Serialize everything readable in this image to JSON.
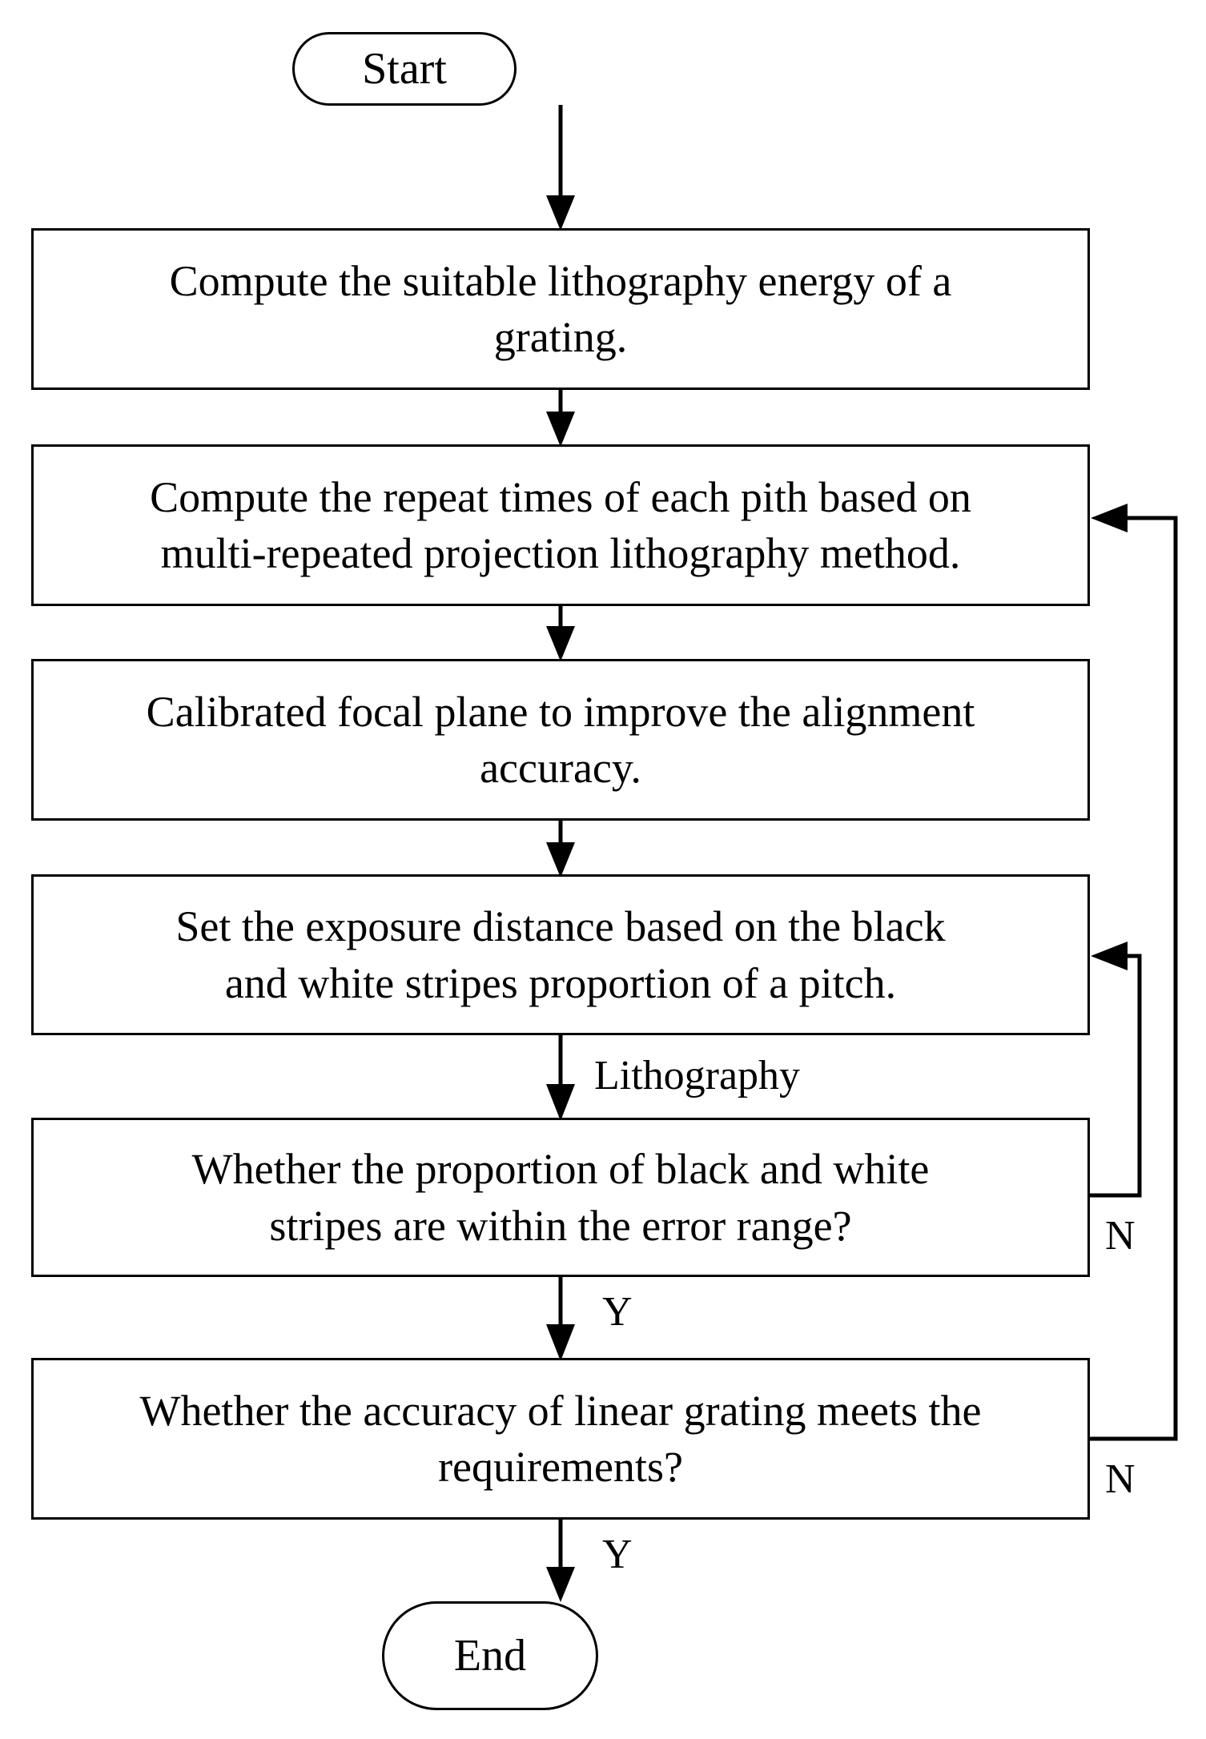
{
  "diagram": {
    "title_text": "",
    "line_color": "#000000",
    "fill_color": "#ffffff",
    "nodes": [
      {
        "id": "start",
        "type": "terminator",
        "label": "Start"
      },
      {
        "id": "step1",
        "type": "process",
        "label": "Compute the suitable lithography energy of a\ngrating."
      },
      {
        "id": "step2",
        "type": "process",
        "label": "Compute the  repeat times of each pith based on\nmulti-repeated projection lithography method."
      },
      {
        "id": "step3",
        "type": "process",
        "label": "Calibrated focal plane to improve the alignment\naccuracy."
      },
      {
        "id": "step4",
        "type": "process",
        "label": "Set  the exposure distance based on the black\nand white stripes proportion of a pitch."
      },
      {
        "id": "decision1",
        "type": "process",
        "label": "Whether the proportion of black and white\nstripes are within the error range?"
      },
      {
        "id": "decision2",
        "type": "process",
        "label": "Whether the accuracy of linear grating meets the\nrequirements?"
      },
      {
        "id": "end",
        "type": "terminator",
        "label": "End"
      }
    ],
    "edge_labels": [
      {
        "id": "lithography-label",
        "text": "Lithography"
      },
      {
        "id": "decision1-yes",
        "text": "Y"
      },
      {
        "id": "decision1-no",
        "text": "N"
      },
      {
        "id": "decision2-yes",
        "text": "Y"
      },
      {
        "id": "decision2-no",
        "text": "N"
      }
    ]
  }
}
